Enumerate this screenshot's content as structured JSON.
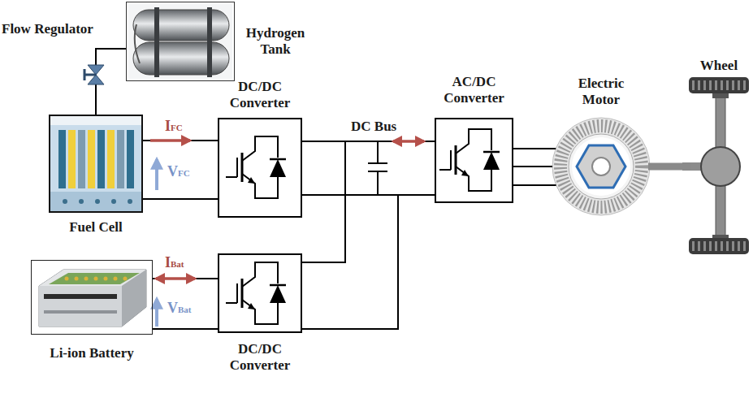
{
  "diagram": {
    "nodes": [
      {
        "text": [
          "Hydrogen Tank"
        ]
      },
      {
        "text": [
          "Fuel Cell"
        ]
      },
      {
        "text": [
          "DC/DC Converter"
        ]
      },
      {
        "text": [
          "AC/DC Converter"
        ]
      },
      {
        "text": [
          "Electric Motor"
        ]
      },
      {
        "text": [
          "Wheel"
        ]
      },
      {
        "text": [
          "Li-ion Battery"
        ]
      },
      {
        "text": [
          "DC/DC Converter"
        ]
      }
    ],
    "edges": [
      {
        "from": 0,
        "to": 1,
        "arrow": "none"
      },
      {
        "from": 1,
        "to": 2,
        "arrow": "none"
      },
      {
        "from": 2,
        "to": 3,
        "arrow": "none"
      },
      {
        "from": 6,
        "to": 7,
        "arrow": "none"
      },
      {
        "from": 7,
        "to": 3,
        "arrow": "none"
      },
      {
        "from": 3,
        "to": 4,
        "arrow": "none"
      },
      {
        "from": 4,
        "to": 5,
        "arrow": "none"
      }
    ],
    "labels": [
      "Flow Regulator",
      "IFC",
      "VFC",
      "DC Bus",
      "IBat",
      "VBat"
    ]
  }
}
